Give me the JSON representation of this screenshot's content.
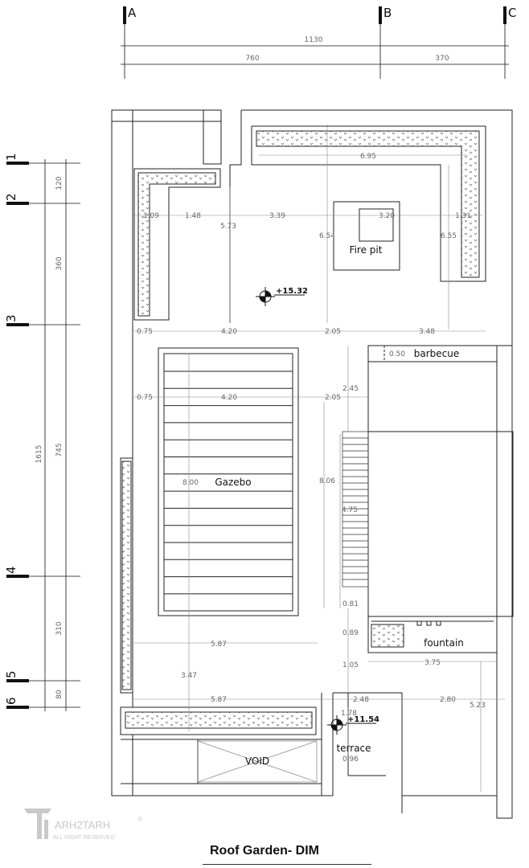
{
  "title": "Roof Garden- DIM",
  "logo": {
    "name": "ARH2TARH",
    "tagline": "ALL RIGHT RESERVED",
    "mark": "®"
  },
  "grid_columns": [
    "A",
    "B",
    "C"
  ],
  "grid_rows": [
    "1",
    "2",
    "3",
    "4",
    "5",
    "6"
  ],
  "top_dims": {
    "total": "1130",
    "ab": "760",
    "bc": "370"
  },
  "left_dims": {
    "total": "1615",
    "r12": "120",
    "r23": "360",
    "r34": "745",
    "r45": "310",
    "r56": "80"
  },
  "labels": {
    "fire_pit": "Fire pit",
    "barbecue": "barbecue",
    "gazebo": "Gazebo",
    "fountain": "fountain",
    "terrace": "terrace",
    "void": "VOID",
    "level_main": "+15.32",
    "level_terrace": "+11.54"
  },
  "dims": {
    "d695": "6.95",
    "d109": "1.09",
    "d148": "1.48",
    "d573": "5.73",
    "d339": "3.39",
    "d320": "3.20",
    "d131": "1.31",
    "d654": "6.54",
    "d655": "6.55",
    "d075a": "0.75",
    "d420a": "4.20",
    "d205a": "2.05",
    "d348": "3.48",
    "d050": "0.50",
    "d075b": "0.75",
    "d420b": "4.20",
    "d205b": "2.05",
    "d245": "2.45",
    "d800": "8.00",
    "d806": "8.06",
    "d475": "4.75",
    "d081": "0.81",
    "d089": "0.89",
    "d587a": "5.87",
    "d347": "3.47",
    "d105": "1.05",
    "d375": "3.75",
    "d587b": "5.87",
    "d248": "2.48",
    "d280": "2.80",
    "d523": "5.23",
    "d178": "1.78",
    "d096": "0.96"
  }
}
